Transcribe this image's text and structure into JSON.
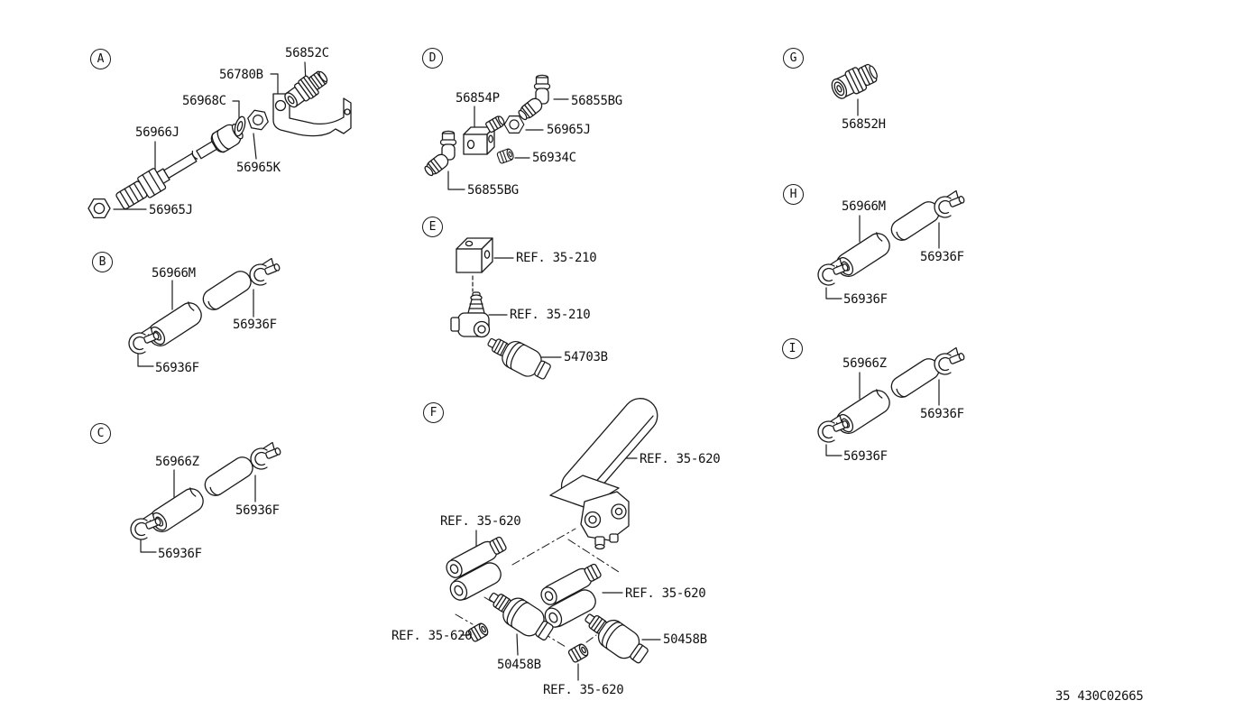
{
  "doc": {
    "background": "#ffffff",
    "ink": "#1a1a1a",
    "footer_code": "35 430C02665"
  },
  "sections": [
    {
      "tag": "A",
      "parts": [
        "56852C",
        "56780B",
        "56968C",
        "56966J",
        "56965K",
        "56965J"
      ]
    },
    {
      "tag": "B",
      "parts": [
        "56966M",
        "56936F",
        "56936F"
      ]
    },
    {
      "tag": "C",
      "parts": [
        "56966Z",
        "56936F",
        "56936F"
      ]
    },
    {
      "tag": "D",
      "parts": [
        "56854P",
        "56855BG",
        "56965J",
        "56934C",
        "56855BG"
      ]
    },
    {
      "tag": "E",
      "parts": [
        "REF. 35-210",
        "REF. 35-210",
        "54703B"
      ]
    },
    {
      "tag": "F",
      "parts": [
        "REF. 35-620",
        "REF. 35-620",
        "REF. 35-620",
        "REF. 35-620",
        "50458B",
        "50458B",
        "REF. 35-620"
      ]
    },
    {
      "tag": "G",
      "parts": [
        "56852H"
      ]
    },
    {
      "tag": "H",
      "parts": [
        "56966M",
        "56936F",
        "56936F"
      ]
    },
    {
      "tag": "I",
      "parts": [
        "56966Z",
        "56936F",
        "56936F"
      ]
    }
  ]
}
